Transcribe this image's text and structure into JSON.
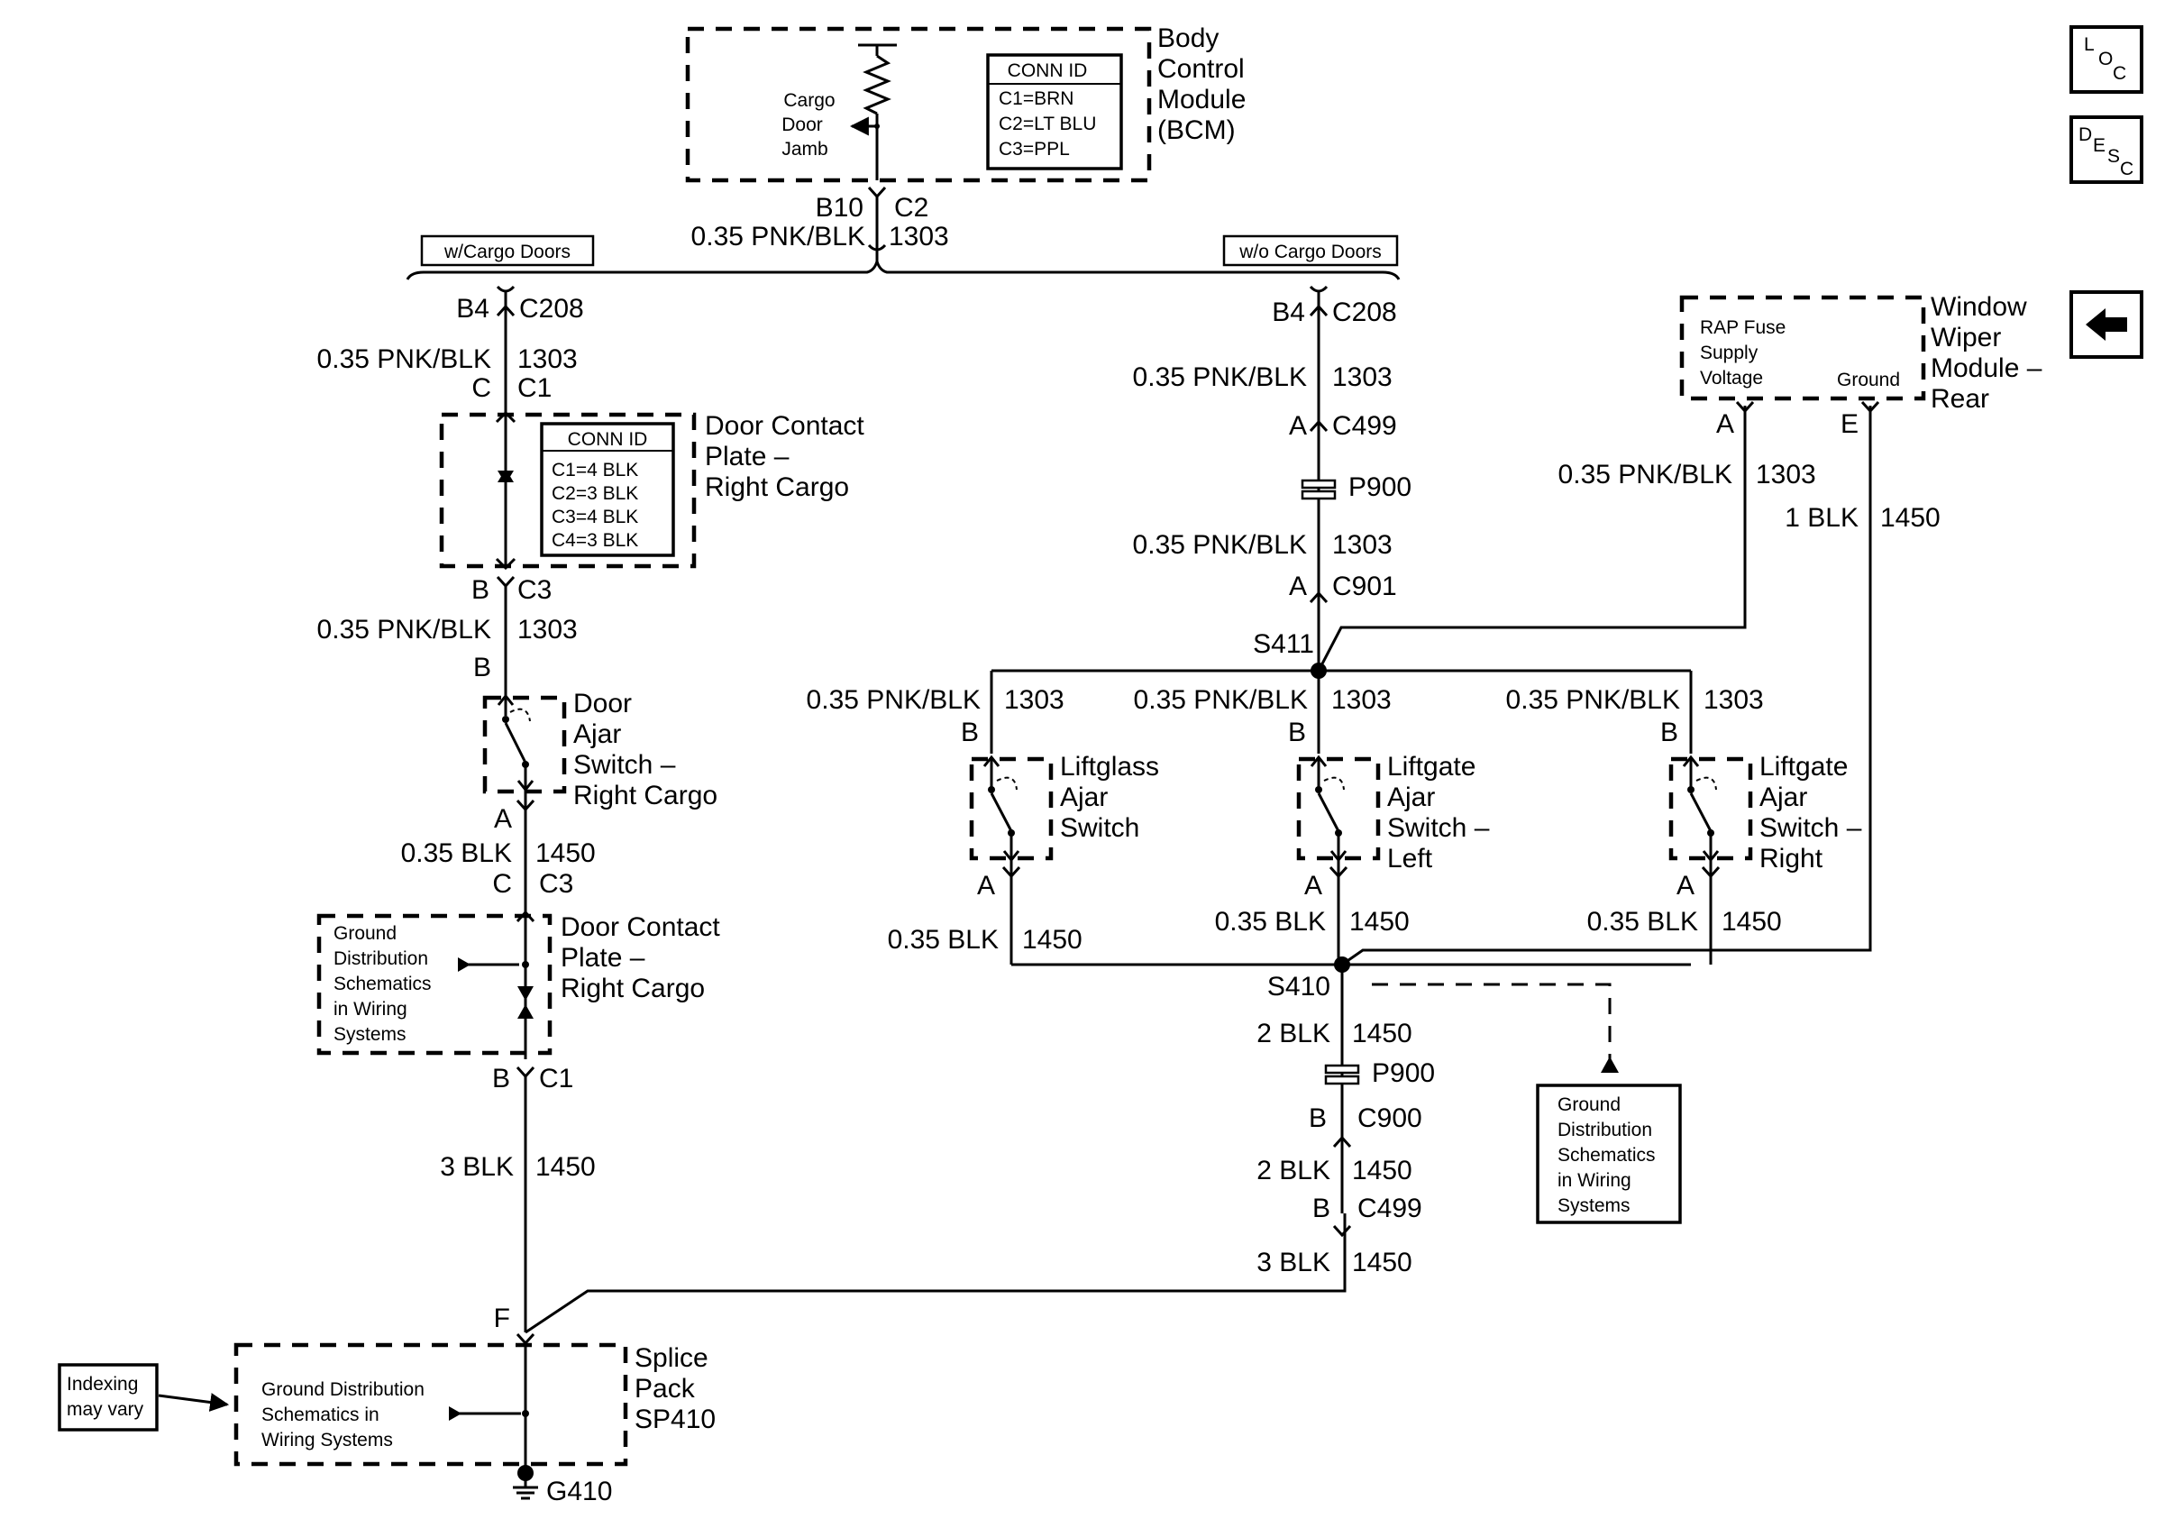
{
  "bcm": {
    "title": [
      "Body",
      "Control",
      "Module",
      "(BCM)"
    ],
    "inner": [
      "Cargo",
      "Door",
      "Jamb"
    ],
    "conn_id": {
      "header": "CONN ID",
      "rows": [
        "C1=BRN",
        "C2=LT BLU",
        "C3=PPL"
      ]
    },
    "pin_left": "B10",
    "pin_right": "C2",
    "wire": "0.35 PNK/BLK",
    "circuit": "1303"
  },
  "option_left": "w/Cargo Doors",
  "option_right": "w/o Cargo Doors",
  "left": {
    "c208_pin": "B4",
    "c208": "C208",
    "w1": "0.35 PNK/BLK",
    "w1c": "1303",
    "c1_pin": "C",
    "c1": "C1",
    "plate1": {
      "title": [
        "Door Contact",
        "Plate –",
        "Right Cargo"
      ],
      "conn_id": {
        "header": "CONN ID",
        "rows": [
          "C1=4 BLK",
          "C2=3 BLK",
          "C3=4 BLK",
          "C4=3 BLK"
        ]
      }
    },
    "c3_pin": "B",
    "c3": "C3",
    "w2": "0.35 PNK/BLK",
    "w2c": "1303",
    "sw_pin_b": "B",
    "switch": {
      "title": [
        "Door",
        "Ajar",
        "Switch –",
        "Right Cargo"
      ]
    },
    "sw_pin_a": "A",
    "w3": "0.35 BLK",
    "w3c": "1450",
    "c3b_pin": "C",
    "c3b": "C3",
    "plate2": {
      "title": [
        "Door Contact",
        "Plate –",
        "Right Cargo"
      ],
      "inner": [
        "Ground",
        "Distribution",
        "Schematics",
        "in Wiring",
        "Systems"
      ]
    },
    "c1b_pin": "B",
    "c1b": "C1",
    "w4": "3 BLK",
    "w4c": "1450",
    "splice_pin": "F"
  },
  "splice_pack": {
    "title": [
      "Splice",
      "Pack",
      "SP410"
    ],
    "inner": [
      "Ground Distribution",
      "Schematics in",
      "Wiring Systems"
    ],
    "ground": "G410"
  },
  "indexing": [
    "Indexing",
    "may vary"
  ],
  "center": {
    "c208_pin": "B4",
    "c208": "C208",
    "w1": "0.35 PNK/BLK",
    "w1c": "1303",
    "c499_pin": "A",
    "c499": "C499",
    "p900": "P900",
    "w2": "0.35 PNK/BLK",
    "w2c": "1303",
    "c901_pin": "A",
    "c901": "C901",
    "s411": "S411",
    "s410": "S410",
    "w5": "2 BLK",
    "w5c": "1450",
    "p900b": "P900",
    "c900_pin": "B",
    "c900": "C900",
    "w6": "2 BLK",
    "w6c": "1450",
    "c499b_pin": "B",
    "c499b": "C499",
    "w7": "3 BLK",
    "w7c": "1450"
  },
  "switches": [
    {
      "wire": "0.35 PNK/BLK",
      "circuit": "1303",
      "pin_b": "B",
      "title": [
        "Liftglass",
        "Ajar",
        "Switch"
      ],
      "pin_a": "A",
      "gnd": "0.35 BLK",
      "gndc": "1450"
    },
    {
      "wire": "0.35 PNK/BLK",
      "circuit": "1303",
      "pin_b": "B",
      "title": [
        "Liftgate",
        "Ajar",
        "Switch –",
        "Left"
      ],
      "pin_a": "A",
      "gnd": "0.35 BLK",
      "gndc": "1450"
    },
    {
      "wire": "0.35 PNK/BLK",
      "circuit": "1303",
      "pin_b": "B",
      "title": [
        "Liftgate",
        "Ajar",
        "Switch –",
        "Right"
      ],
      "pin_a": "A",
      "gnd": "0.35 BLK",
      "gndc": "1450"
    }
  ],
  "wiper": {
    "title": [
      "Window",
      "Wiper",
      "Module –",
      "Rear"
    ],
    "inner": [
      "RAP Fuse",
      "Supply",
      "Voltage"
    ],
    "ground_label": "Ground",
    "pin_a": "A",
    "pin_e": "E",
    "wa": "0.35 PNK/BLK",
    "wac": "1303",
    "we": "1 BLK",
    "wec": "1450"
  },
  "ground_ref": [
    "Ground",
    "Distribution",
    "Schematics",
    "in Wiring",
    "Systems"
  ],
  "nav": {
    "loc": [
      "L",
      "O",
      "C"
    ],
    "desc": [
      "D",
      "E",
      "S",
      "C"
    ],
    "back_icon": "left-arrow-icon"
  }
}
